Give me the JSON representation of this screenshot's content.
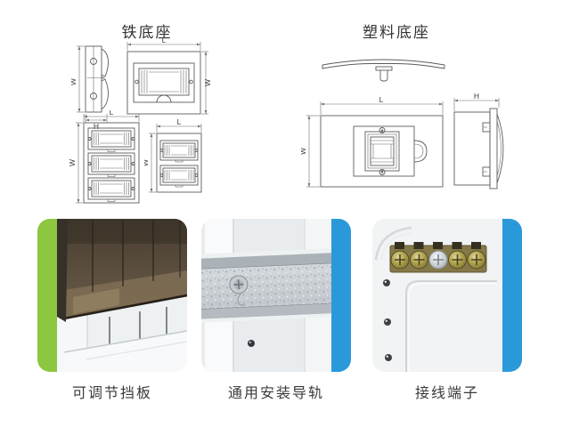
{
  "iron_base": {
    "title": "铁底座"
  },
  "plastic_base": {
    "title": "塑料底座"
  },
  "dims": {
    "L": "L",
    "W": "W",
    "H": "H"
  },
  "features": [
    {
      "caption": "可调节挡板",
      "accent": "#8dc63f",
      "accent_side": "left"
    },
    {
      "caption": "通用安装导轨",
      "accent": "#2a99da",
      "accent_side": "right"
    },
    {
      "caption": "接线端子",
      "accent": "#2a99da",
      "accent_side": "right"
    }
  ],
  "colors": {
    "accent_green": "#8dc63f",
    "accent_blue": "#2a99da",
    "drawing_line": "#5b5b5b",
    "text": "#3a3a3a",
    "background": "#ffffff"
  }
}
